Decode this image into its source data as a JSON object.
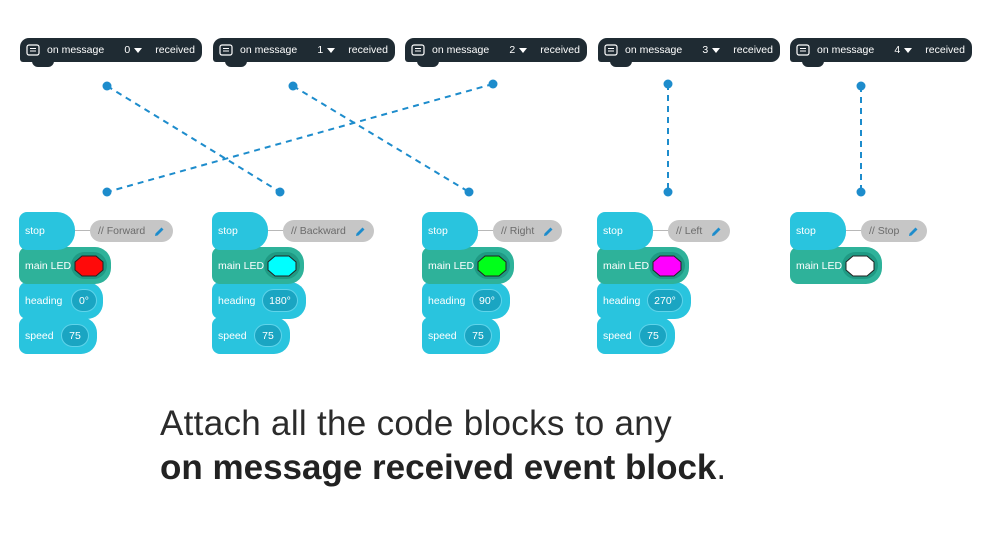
{
  "events": [
    {
      "label": "on message",
      "number": "0",
      "suffix": "received"
    },
    {
      "label": "on message",
      "number": "1",
      "suffix": "received"
    },
    {
      "label": "on message",
      "number": "2",
      "suffix": "received"
    },
    {
      "label": "on message",
      "number": "3",
      "suffix": "received"
    },
    {
      "label": "on message",
      "number": "4",
      "suffix": "received"
    }
  ],
  "stacks": [
    {
      "stop": "stop",
      "comment": "// Forward",
      "led_label": "main LED",
      "led_color": "#ff0a0a",
      "heading_label": "heading",
      "heading": "0°",
      "speed_label": "speed",
      "speed": "75"
    },
    {
      "stop": "stop",
      "comment": "// Backward",
      "led_label": "main LED",
      "led_color": "#00ffff",
      "heading_label": "heading",
      "heading": "180°",
      "speed_label": "speed",
      "speed": "75"
    },
    {
      "stop": "stop",
      "comment": "// Right",
      "led_label": "main LED",
      "led_color": "#00ff1a",
      "heading_label": "heading",
      "heading": "90°",
      "speed_label": "speed",
      "speed": "75"
    },
    {
      "stop": "stop",
      "comment": "// Left",
      "led_label": "main LED",
      "led_color": "#ff00ff",
      "heading_label": "heading",
      "heading": "270°",
      "speed_label": "speed",
      "speed": "75"
    },
    {
      "stop": "stop",
      "comment": "// Stop",
      "led_label": "main LED",
      "led_color": "#ffffff"
    }
  ],
  "connections": [
    {
      "event": 0,
      "stack": 1
    },
    {
      "event": 1,
      "stack": 2
    },
    {
      "event": 2,
      "stack": 0
    },
    {
      "event": 3,
      "stack": 3
    },
    {
      "event": 4,
      "stack": 4
    }
  ],
  "colors": {
    "event_bg": "#1f2b33",
    "block_light": "#29c4de",
    "block_dark": "#2eb29a",
    "link": "#1d8ccc"
  },
  "caption": {
    "line1": "Attach all the code blocks to any",
    "line2": "on message received event block",
    "line2_end": "."
  }
}
